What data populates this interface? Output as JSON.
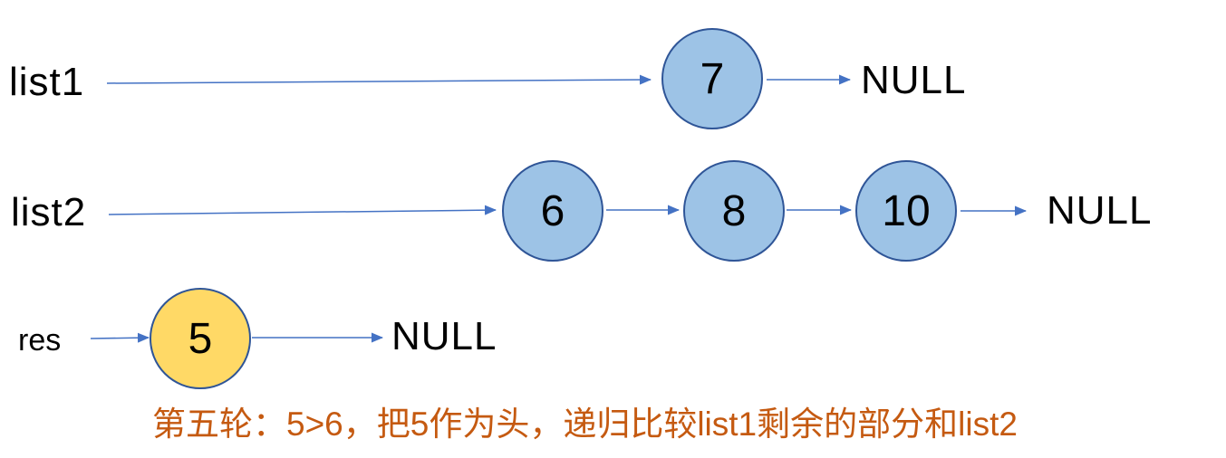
{
  "diagram": {
    "rows": [
      {
        "label": "list1",
        "nodes": [
          {
            "value": "7"
          }
        ],
        "terminal": "NULL"
      },
      {
        "label": "list2",
        "nodes": [
          {
            "value": "6"
          },
          {
            "value": "8"
          },
          {
            "value": "10"
          }
        ],
        "terminal": "NULL"
      },
      {
        "label": "res",
        "nodes": [
          {
            "value": "5"
          }
        ],
        "terminal": "NULL"
      }
    ],
    "caption": "第五轮：5>6，把5作为头，递归比较list1剩余的部分和list2",
    "colors": {
      "node_fill_blue": "#9DC3E6",
      "node_fill_yellow": "#FFD966",
      "node_border": "#2F5597",
      "arrow": "#4472C4",
      "caption_text": "#C55A11",
      "label_text": "#000000"
    }
  }
}
